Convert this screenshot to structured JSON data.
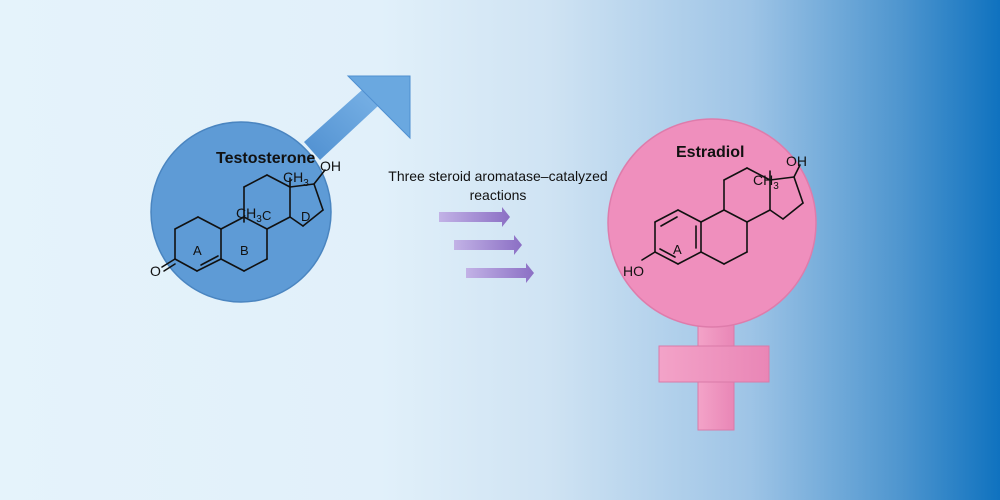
{
  "testosterone": {
    "title": "Testosterone",
    "ring_labels": [
      "A",
      "B",
      "C",
      "D"
    ],
    "atoms": {
      "methyl": "CH",
      "methyl_sub": "3",
      "methyl2": "CH",
      "methyl2_sub": "3",
      "hydroxyl": "OH",
      "oxo": "O"
    }
  },
  "caption": {
    "line1": "Three steroid aromatase–catalyzed",
    "line2": "reactions"
  },
  "estradiol": {
    "title": "Estradiol",
    "ring_labels": [
      "A"
    ],
    "atoms": {
      "methyl": "CH",
      "methyl_sub": "3",
      "hydroxyl": "OH",
      "phenol": "HO"
    }
  },
  "colors": {
    "male_symbol": "#5c9bd5",
    "female_symbol": "#ef8fbd",
    "reaction_arrow": "#a48bd0",
    "background_right": "#0f72bf"
  },
  "icons": [
    "mars-symbol",
    "venus-symbol",
    "reaction-arrow"
  ]
}
